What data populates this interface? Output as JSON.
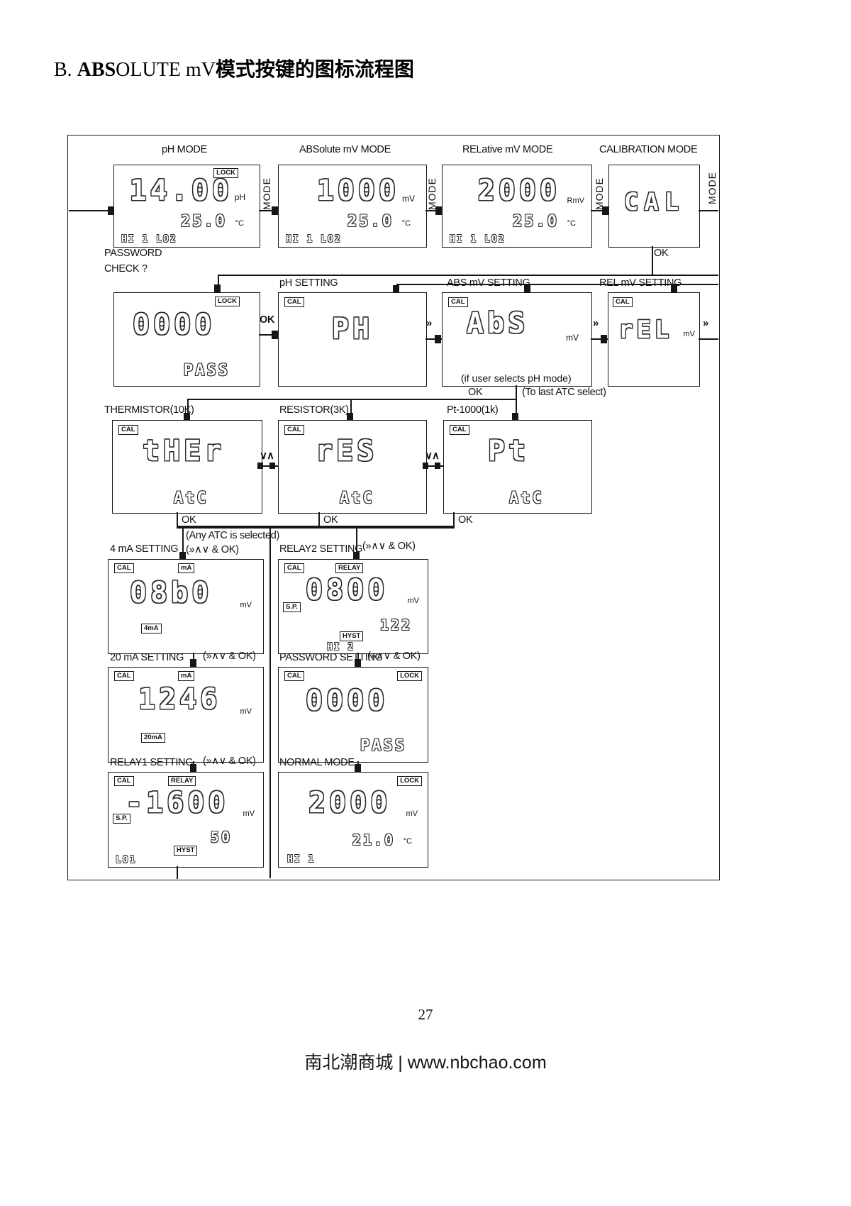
{
  "page": {
    "title_prefix": "B. ",
    "title_bold": "ABS",
    "title_rest": "OLUTE mV",
    "title_cjk": "模式按键的图标流程图",
    "page_number": "27",
    "footer": "南北潮商城 | www.nbchao.com"
  },
  "symbols": {
    "mode": "MODE",
    "ok": "OK",
    "next": "»",
    "updown": "∨∧",
    "keys": "(»∧∨ & OK)"
  },
  "annotations": {
    "any_atc": "(Any ATC is selected)",
    "to_last_atc": "(To last ATC select)"
  },
  "boxes": {
    "ph_mode": {
      "label": "pH MODE",
      "badge": "LOCK",
      "value": "14.00",
      "unit": "pH",
      "temp": "25.0",
      "temp_unit": "°C",
      "status": "HI 1 LO2"
    },
    "abs_mode": {
      "label": "ABSolute mV MODE",
      "value": "1000",
      "unit": "mV",
      "temp": "25.0",
      "temp_unit": "°C",
      "status": "HI 1 LO2"
    },
    "rel_mode": {
      "label": "RELative mV MODE",
      "value": "2000",
      "unit": "RmV",
      "temp": "25.0",
      "temp_unit": "°C",
      "status": "HI 1 LO2"
    },
    "cal_mode": {
      "label": "CALIBRATION MODE",
      "value": "CAL"
    },
    "password_check": {
      "label1": "PASSWORD",
      "label2": "CHECK ?",
      "badge": "LOCK",
      "value": "0000",
      "sub": "PASS"
    },
    "ph_setting": {
      "label": "pH SETTING",
      "badge": "CAL",
      "value": "PH"
    },
    "abs_setting": {
      "label": "ABS mV SETTING",
      "badge": "CAL",
      "value": "AbS",
      "unit": "mV",
      "note": "(if user selects pH mode)"
    },
    "rel_setting": {
      "label": "REL mV SETTING",
      "badge": "CAL",
      "value": "rEL",
      "unit": "mV"
    },
    "thermistor": {
      "label": "THERMISTOR(10K)",
      "badge": "CAL",
      "value": "tHEr",
      "sub": "AtC"
    },
    "resistor": {
      "label": "RESISTOR(3K)",
      "badge": "CAL",
      "value": "rES",
      "sub": "AtC"
    },
    "pt1000": {
      "label": "Pt-1000(1k)",
      "badge": "CAL",
      "value": "Pt",
      "sub": "AtC"
    },
    "ma4": {
      "label": "4 mA SETTING",
      "badge_cal": "CAL",
      "badge_ma": "mA",
      "value": "08b0",
      "unit": "mV",
      "badge_range": "4mA"
    },
    "relay2": {
      "label": "RELAY2 SETTING",
      "badge_cal": "CAL",
      "badge_relay": "RELAY",
      "badge_sp": "S.P.",
      "value": "0800",
      "unit": "mV",
      "sub": "122",
      "badge_hyst": "HYST",
      "status": "HI 2"
    },
    "ma20": {
      "label": "20 mA SETTING",
      "badge_cal": "CAL",
      "badge_ma": "mA",
      "value": "1246",
      "unit": "mV",
      "badge_range": "20mA"
    },
    "password_setting": {
      "label": "PASSWORD SETTING",
      "badge_cal": "CAL",
      "badge_lock": "LOCK",
      "value": "0000",
      "sub": "PASS"
    },
    "relay1": {
      "label": "RELAY1 SETTING",
      "badge_cal": "CAL",
      "badge_relay": "RELAY",
      "badge_sp": "S.P.",
      "value": "-1600",
      "unit": "mV",
      "sub": "50",
      "badge_hyst": "HYST",
      "status": "L01"
    },
    "normal": {
      "label": "NORMAL MODE",
      "badge_lock": "LOCK",
      "value": "2000",
      "unit": "mV",
      "temp": "21.0",
      "temp_unit": "°C",
      "status": "HI 1"
    }
  }
}
